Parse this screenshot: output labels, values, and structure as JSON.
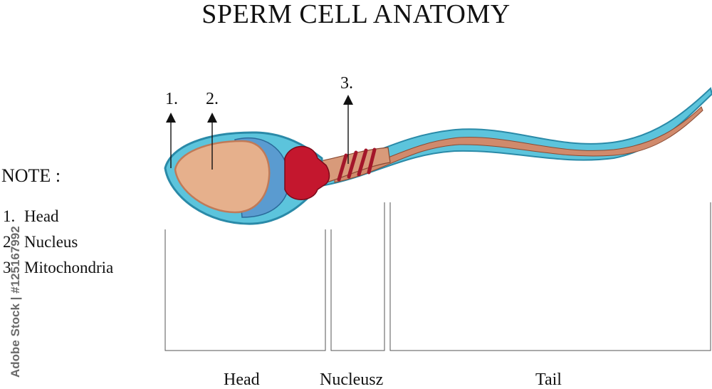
{
  "title": "SPERM CELL ANATOMY",
  "callouts": [
    "1.",
    "2.",
    "3."
  ],
  "note": {
    "heading": "NOTE :",
    "items": [
      {
        "num": "1.",
        "label": "Head"
      },
      {
        "num": "2",
        "label": "Nucleus"
      },
      {
        "num": "3",
        "label": "Mitochondria"
      }
    ]
  },
  "sections": [
    "Head",
    "Nucleusz",
    "Tail"
  ],
  "watermark": "Adobe Stock | #125167992",
  "colors": {
    "membrane": "#5cc4dc",
    "membrane_outline": "#2a8aa8",
    "acrosome": "#5a9bd0",
    "nucleus": "#e6b08c",
    "nucleus_outline": "#c07a58",
    "midpiece": "#c4172e",
    "tail_core": "#d08a6c"
  }
}
